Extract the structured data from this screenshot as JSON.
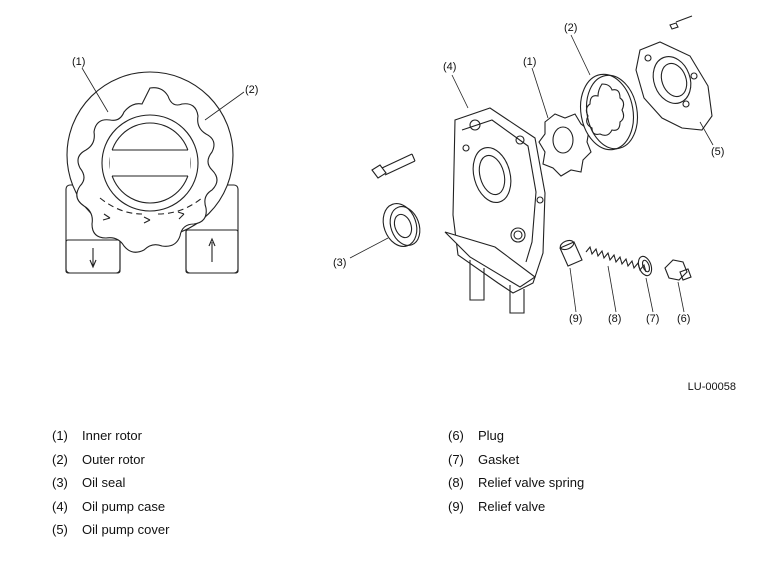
{
  "drawing_id": "LU-00058",
  "callouts": {
    "left_inner_rotor": "(1)",
    "left_outer_rotor": "(2)",
    "case": "(4)",
    "inner_rotor": "(1)",
    "outer_rotor": "(2)",
    "cover": "(5)",
    "seal": "(3)",
    "relief_valve": "(9)",
    "spring": "(8)",
    "gasket": "(7)",
    "plug": "(6)"
  },
  "legend_left": [
    {
      "num": "(1)",
      "label": "Inner rotor"
    },
    {
      "num": "(2)",
      "label": "Outer rotor"
    },
    {
      "num": "(3)",
      "label": "Oil seal"
    },
    {
      "num": "(4)",
      "label": "Oil pump case"
    },
    {
      "num": "(5)",
      "label": "Oil pump cover"
    }
  ],
  "legend_right": [
    {
      "num": "(6)",
      "label": "Plug"
    },
    {
      "num": "(7)",
      "label": "Gasket"
    },
    {
      "num": "(8)",
      "label": "Relief valve spring"
    },
    {
      "num": "(9)",
      "label": "Relief valve"
    }
  ]
}
